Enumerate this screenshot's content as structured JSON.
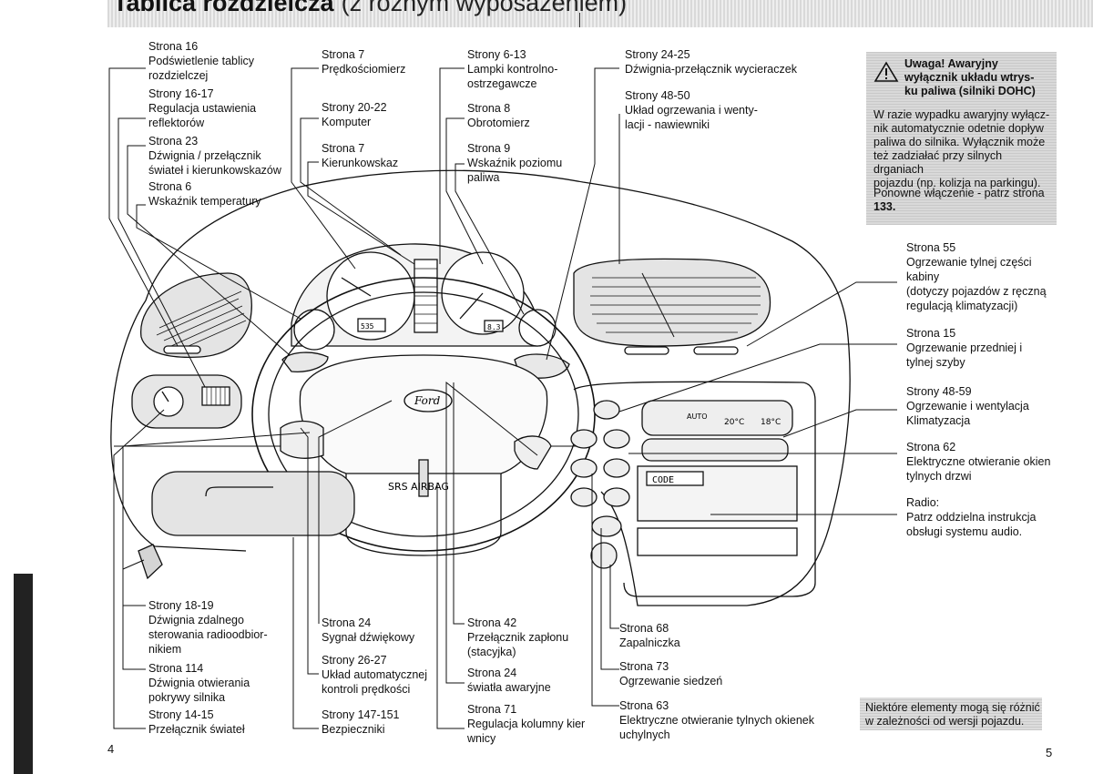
{
  "page": {
    "title": "Tablica rozdzielcza",
    "subtitle": "(z różnym wyposażeniem)",
    "page_left": "4",
    "page_right": "5"
  },
  "left_labels": [
    {
      "lines": [
        "Strona 16",
        "Podświetlenie tablicy",
        "rozdzielczej"
      ]
    },
    {
      "lines": [
        "Strony 16-17",
        "Regulacja ustawienia",
        "reflektorów"
      ]
    },
    {
      "lines": [
        "Strona 23",
        "Dźwignia / przełącznik",
        "świateł i kierunkowskazów"
      ]
    },
    {
      "lines": [
        "Strona 6",
        "Wskaźnik temperatury"
      ]
    }
  ],
  "center_left_labels": [
    {
      "lines": [
        "Strona 7",
        "Prędkościomierz"
      ]
    },
    {
      "lines": [
        "Strony 20-22",
        "Komputer"
      ]
    },
    {
      "lines": [
        "Strona 7",
        "Kierunkowskaz"
      ]
    }
  ],
  "center_right_labels": [
    {
      "lines": [
        "Strony 6-13",
        "Lampki kontrolno-",
        "ostrzegawcze"
      ]
    },
    {
      "lines": [
        "Strona 8",
        "Obrotomierz"
      ]
    },
    {
      "lines": [
        "Strona 9",
        "Wskaźnik poziomu",
        "paliwa"
      ]
    }
  ],
  "top_right_labels": [
    {
      "lines": [
        "Strony 24-25",
        "Dźwignia-przełącznik wycieraczek"
      ]
    },
    {
      "lines": [
        "Strony 48-50",
        "Układ ogrzewania i wenty-",
        "lacji - nawiewniki"
      ]
    }
  ],
  "right_labels": [
    {
      "lines": [
        "Strona 55",
        "Ogrzewanie tylnej części",
        "kabiny",
        "(dotyczy pojazdów z ręczną",
        "regulacją klimatyzacji)"
      ]
    },
    {
      "lines": [
        "Strona 15",
        "Ogrzewanie przedniej i",
        "tylnej szyby"
      ]
    },
    {
      "lines": [
        "Strony 48-59",
        "Ogrzewanie i wentylacja",
        "Klimatyzacja"
      ]
    },
    {
      "lines": [
        "Strona 62",
        "Elektryczne otwieranie okien",
        "tylnych drzwi"
      ]
    },
    {
      "lines": [
        "Radio:",
        "Patrz oddzielna instrukcja",
        "obsługi systemu audio."
      ]
    }
  ],
  "bottom_col1": [
    {
      "lines": [
        "Strony 18-19",
        "Dźwignia zdalnego",
        "sterowania radioodbior-",
        "nikiem"
      ]
    },
    {
      "lines": [
        "Strona 114",
        "Dźwignia otwierania",
        "pokrywy silnika"
      ]
    },
    {
      "lines": [
        "Strony 14-15",
        "Przełącznik świateł"
      ]
    }
  ],
  "bottom_col2": [
    {
      "lines": [
        "Strona 24",
        "Sygnał dźwiękowy"
      ]
    },
    {
      "lines": [
        "Strony 26-27",
        "Układ automatycznej",
        "kontroli prędkości"
      ]
    },
    {
      "lines": [
        "Strony 147-151",
        "Bezpieczniki"
      ]
    }
  ],
  "bottom_col3": [
    {
      "lines": [
        "Strona 42",
        "Przełącznik zapłonu",
        "(stacyjka)"
      ]
    },
    {
      "lines": [
        "Strona 24",
        "światła awaryjne"
      ]
    },
    {
      "lines": [
        "Strona 71",
        "Regulacja kolumny kier",
        "wnicy"
      ]
    }
  ],
  "bottom_col4": [
    {
      "lines": [
        "Strona 68",
        "Zapalniczka"
      ]
    },
    {
      "lines": [
        "Strona 73",
        "Ogrzewanie siedzeń"
      ]
    },
    {
      "lines": [
        "Strona 63",
        "Elektryczne otwieranie tylnych okienek",
        "uchylnych"
      ]
    }
  ],
  "warning": {
    "head": [
      "Uwaga! Awaryjny",
      "wyłącznik układu wtrys-",
      "ku paliwa (silniki DOHC)"
    ],
    "body": [
      "W razie wypadku awaryjny wyłącz-",
      "nik automatycznie odetnie dopływ",
      "paliwa do silnika. Wyłącznik może",
      "też zadziałać przy silnych drganiach",
      "pojazdu (np. kolizja na parkingu)."
    ],
    "foot": [
      "Ponowne włączenie - patrz strona",
      "133."
    ]
  },
  "note": [
    "Niektóre elementy mogą się różnić",
    "w zależności od wersji pojazdu."
  ],
  "dash_text": {
    "brand": "Ford",
    "airbag": "SRS AIRBAG",
    "radio_code": "CODE",
    "auto": "AUTO",
    "temp_left": "20°C",
    "temp_right": "18°C",
    "odometer": "535",
    "trip": "8.3"
  }
}
